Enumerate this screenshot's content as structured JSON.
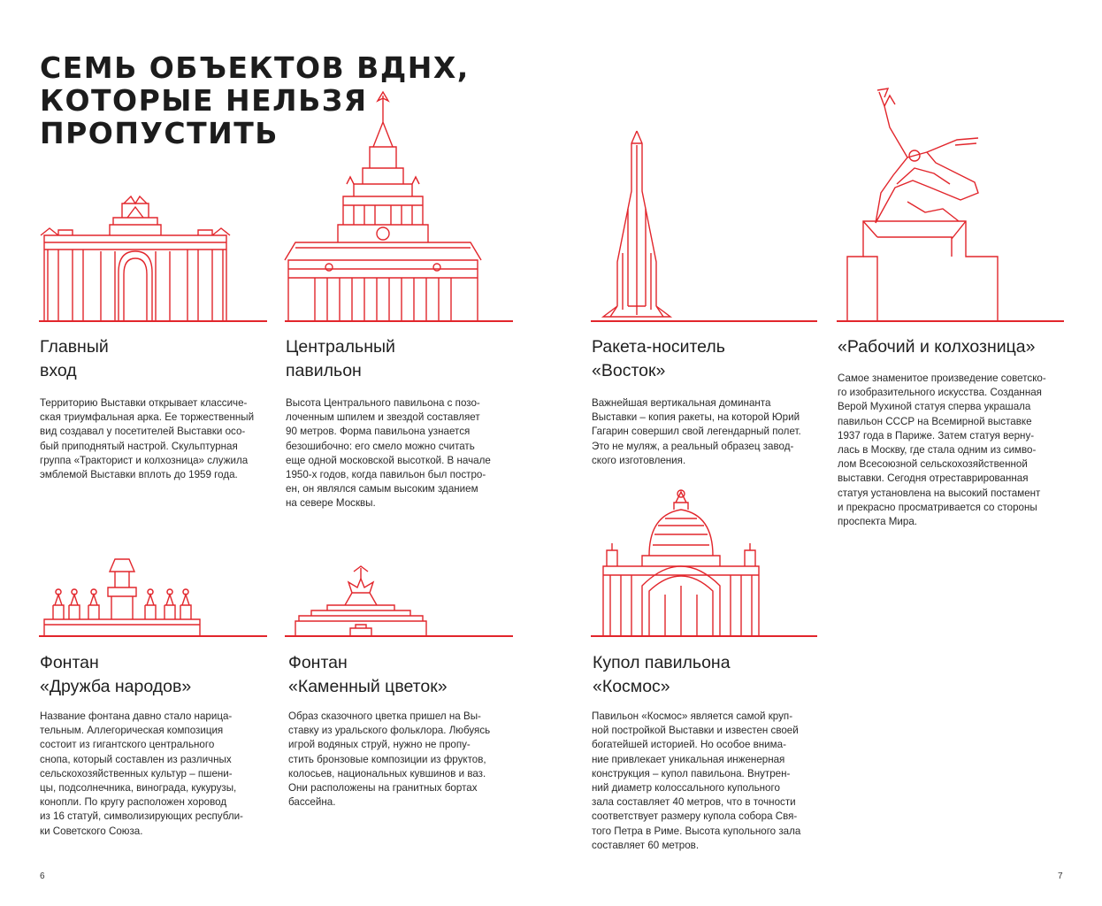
{
  "page": {
    "title": "СЕМЬ ОБЪЕКТОВ ВДНХ,\nКОТОРЫЕ НЕЛЬЗЯ\nПРОПУСТИТЬ",
    "accent_color": "#e2262c",
    "page_left": "6",
    "page_right": "7"
  },
  "objects": [
    {
      "icon": "main-entrance-arch-icon",
      "title_line1": "Главный",
      "title_line2": "вход",
      "description": "Территорию Выставки открывает классиче-\nская триумфальная арка. Ее торжественный\nвид создавал у посетителей Выставки осо-\nбый приподнятый настрой. Скульптурная\nгруппа «Тракторист и колхозница» служила\nэмблемой Выставки вплоть до 1959 года."
    },
    {
      "icon": "central-pavilion-icon",
      "title_line1": "Центральный",
      "title_line2": "павильон",
      "description": "Высота Центрального павильона с позо-\nлоченным шпилем и звездой составляет\n90 метров. Форма павильона узнается\nбезошибочно: его смело можно считать\nеще одной московской высоткой. В начале\n1950-х годов, когда павильон был постро-\nен, он являлся самым высоким зданием\nна севере Москвы."
    },
    {
      "icon": "vostok-rocket-icon",
      "title_line1": "Ракета-носитель",
      "title_line2": "«Восток»",
      "description": "Важнейшая вертикальная доминанта\nВыставки – копия ракеты, на которой Юрий\nГагарин совершил свой легендарный полет.\nЭто не муляж, а реальный образец завод-\nского изготовления."
    },
    {
      "icon": "worker-and-kolkhoz-woman-statue-icon",
      "title_line1": "«Рабочий и колхозница»",
      "title_line2": "",
      "description": "Самое знаменитое произведение советско-\nго изобразительного искусства. Созданная\nВерой Мухиной статуя сперва украшала\nпавильон СССР на Всемирной выставке\n1937 года в Париже. Затем статуя верну-\nлась в Москву, где стала одним из симво-\nлом Всесоюзной сельскохозяйственной\nвыставки. Сегодня отреставрированная\nстатуя установлена на высокий постамент\nи прекрасно просматривается со стороны\nпроспекта Мира."
    },
    {
      "icon": "friendship-of-peoples-fountain-icon",
      "title_line1": "Фонтан",
      "title_line2": "«Дружба народов»",
      "description": "Название фонтана давно стало нарица-\nтельным. Аллегорическая композиция\nсостоит из гигантского центрального\nснопа, который составлен из различных\nсельскохозяйственных культур – пшени-\nцы, подсолнечника, винограда, кукурузы,\nконопли. По кругу расположен хоровод\nиз 16 статуй, символизирующих республи-\nки Советского Союза."
    },
    {
      "icon": "stone-flower-fountain-icon",
      "title_line1": "Фонтан",
      "title_line2": "«Каменный цветок»",
      "description": "Образ сказочного цветка пришел на Вы-\nставку из уральского фольклора. Любуясь\nигрой водяных струй, нужно не пропу-\nстить бронзовые композиции из фруктов,\nколосьев, национальных кувшинов и ваз.\nОни расположены на гранитных бортах\nбассейна."
    },
    {
      "icon": "kosmos-pavilion-dome-icon",
      "title_line1": "Купол павильона",
      "title_line2": "«Космос»",
      "description": "Павильон «Космос» является самой круп-\nной постройкой Выставки и известен своей\nбогатейшей историей. Но особое внима-\nние привлекает уникальная инженерная\nконструкция – купол павильона. Внутрен-\nний диаметр колоссального купольного\nзала составляет 40 метров, что в точности\nсоответствует размеру купола собора Свя-\nтого Петра в Риме. Высота купольного зала\nсоставляет 60 метров."
    }
  ]
}
